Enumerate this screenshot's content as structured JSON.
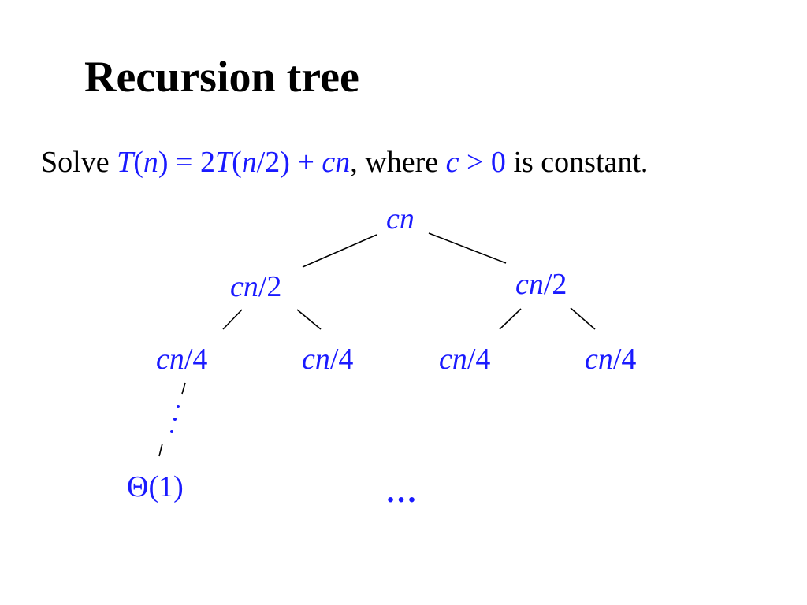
{
  "title": "Recursion tree",
  "problem": {
    "prefix": "Solve ",
    "recurrence": {
      "T": "T",
      "lp1": "(",
      "n": "n",
      "rp1": ")",
      "eq": " = 2",
      "T2": "T",
      "lp2": "(",
      "n2": "n",
      "div": "/2) + ",
      "c": "c",
      "n3": "n"
    },
    "middle": ", where ",
    "condition": {
      "c": "c",
      "rest": " > 0"
    },
    "suffix": " is constant."
  },
  "tree": {
    "root": {
      "c": "c",
      "n": "n"
    },
    "level1": [
      {
        "c": "c",
        "n": "n",
        "div": "/2"
      },
      {
        "c": "c",
        "n": "n",
        "div": "/2"
      }
    ],
    "level2": [
      {
        "c": "c",
        "n": "n",
        "div": "/4"
      },
      {
        "c": "c",
        "n": "n",
        "div": "/4"
      },
      {
        "c": "c",
        "n": "n",
        "div": "/4"
      },
      {
        "c": "c",
        "n": "n",
        "div": "/4"
      }
    ],
    "leaf": "Θ(1)",
    "ellipsis": "…"
  },
  "colors": {
    "math": "#1a1aff",
    "text": "#000000",
    "edges": "#000000"
  }
}
